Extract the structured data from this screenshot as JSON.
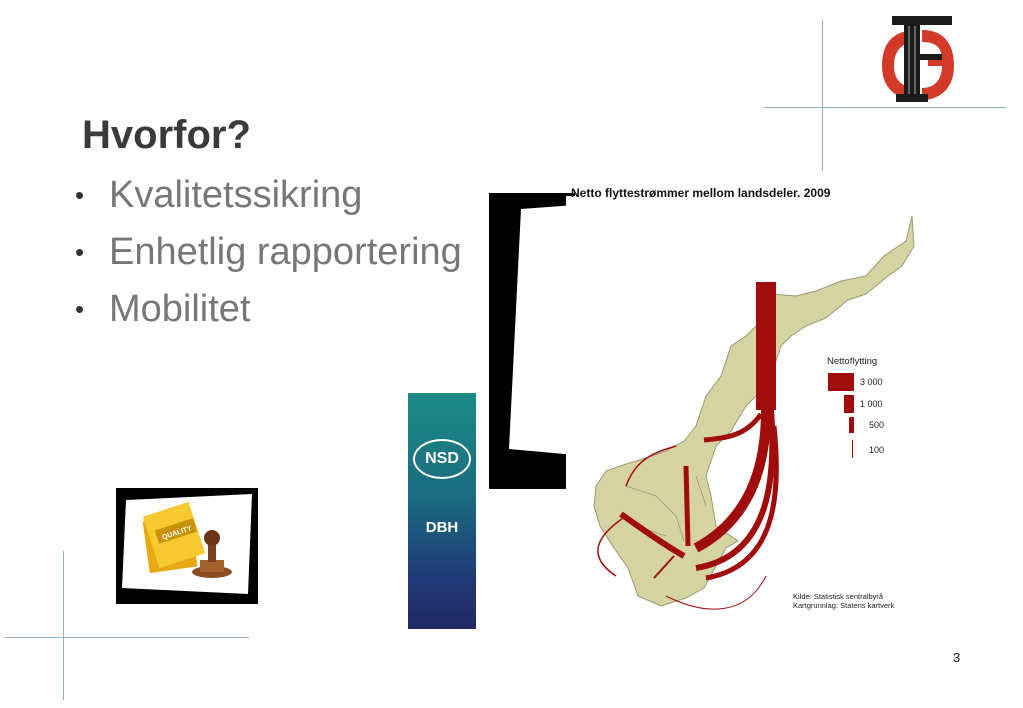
{
  "slide": {
    "title": "Hvorfor?",
    "bullets": [
      "Kvalitetssikring",
      "Enhetlig rapportering",
      "Mobilitet"
    ],
    "bullet_glyph": "•",
    "page_number": "3"
  },
  "map": {
    "title": "Netto flyttestrømmer mellom landsdeler. 2009",
    "legend_title": "Nettoflytting",
    "legend_items": [
      "3 000",
      "1 000",
      "500",
      "100"
    ],
    "source_line1": "Kilde: Statistisk sentralbyrå",
    "source_line2": "Kartgrunnlag: Statens kartverk"
  },
  "logos": {
    "nsd": "NSD",
    "dbh": "DBH",
    "quality_label": "QUALITY",
    "corner_logo_icon": "institution-logo-icon"
  },
  "colors": {
    "accent_line": "#8fb0d6",
    "flow_arrow": "#a00c0c",
    "land": "#d6d3a3",
    "nsd_top": "#1c8c86",
    "nsd_bottom": "#232a66",
    "logo_red": "#d43a2a"
  }
}
